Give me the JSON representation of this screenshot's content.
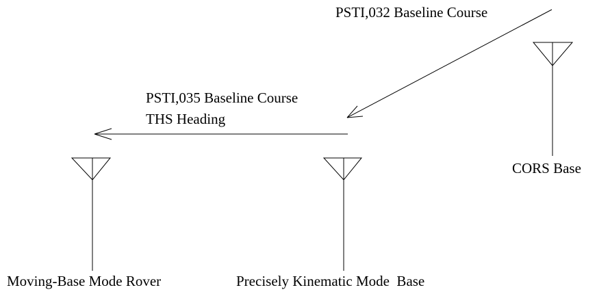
{
  "labels": {
    "psti032": "PSTI,032 Baseline Course",
    "psti035_line1": "PSTI,035 Baseline Course",
    "psti035_line2": "THS Heading",
    "cors_base": "CORS Base",
    "moving_base_rover": "Moving-Base Mode Rover",
    "precisely_kinematic_base": "Precisely Kinematic Mode  Base"
  },
  "colors": {
    "line": "#000000",
    "background": "#ffffff"
  }
}
